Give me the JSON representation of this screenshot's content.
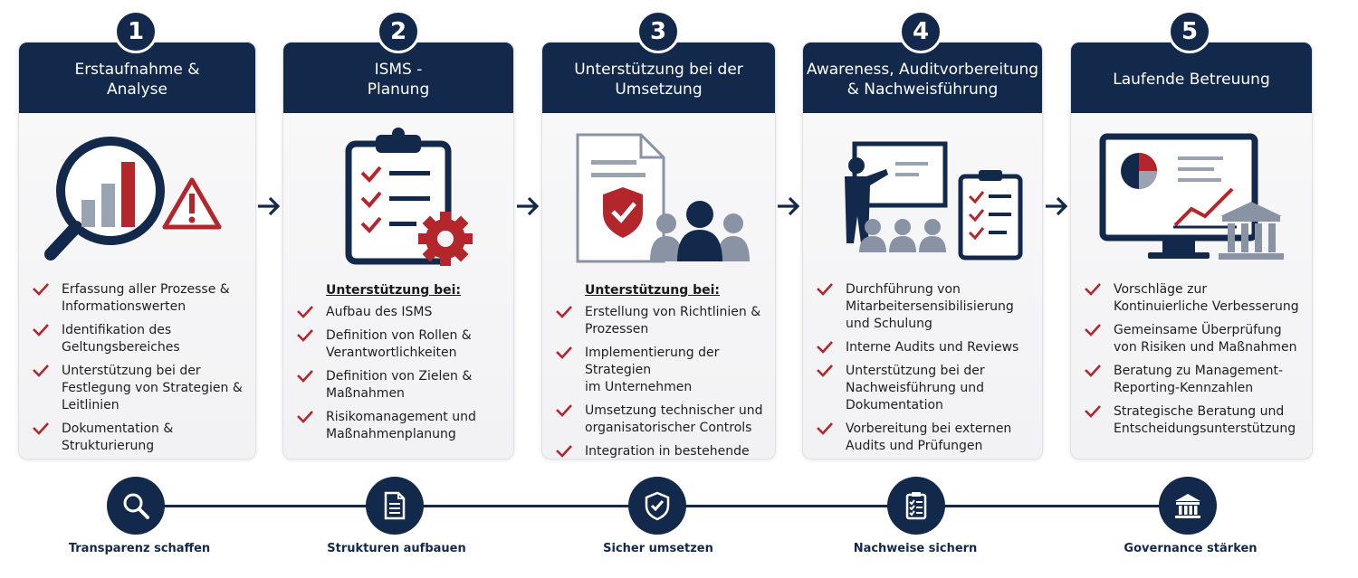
{
  "colors": {
    "navy": "#13294b",
    "red": "#b3262c",
    "gray": "#8a93a3",
    "card": "#f4f4f6"
  },
  "steps": [
    {
      "number": "1",
      "title": "Erstaufnahme &\nAnalyse",
      "illustration": "magnifier-chart-warning-icon",
      "subheading": "",
      "items": [
        "Erfassung aller Prozesse &\nInformationswerten",
        "Identifikation des\nGeltungsbereiches",
        "Unterstützung bei der\nFestlegung von Strategien &\nLeitlinien",
        "Dokumentation &\nStrukturierung"
      ]
    },
    {
      "number": "2",
      "title": "ISMS -\nPlanung",
      "illustration": "clipboard-gear-icon",
      "subheading": "Unterstützung bei:",
      "items": [
        "Aufbau des ISMS",
        "Definition von Rollen &\nVerantwortlichkeiten",
        "Definition von Zielen &\nMaßnahmen",
        "Risikomanagement und\nMaßnahmenplanung"
      ]
    },
    {
      "number": "3",
      "title": "Unterstützung bei der\nUmsetzung",
      "illustration": "document-shield-team-icon",
      "subheading": "Unterstützung bei:",
      "items": [
        "Erstellung von Richtlinien &\nProzessen",
        "Implementierung der Strategien\nim Unternehmen",
        "Umsetzung technischer und\norganisatorischer Controls",
        "Integration in bestehende\nProzesse und Systeme"
      ]
    },
    {
      "number": "4",
      "title": "Awareness, Auditvorbereitung\n& Nachweisführung",
      "illustration": "presenter-audience-checklist-icon",
      "subheading": "",
      "items": [
        "Durchführung von\nMitarbeitersensibilisierung\nund Schulung",
        "Interne Audits und Reviews",
        "Unterstützung bei der\nNachweisführung und\nDokumentation",
        "Vorbereitung bei externen\nAudits und Prüfungen"
      ]
    },
    {
      "number": "5",
      "title": "Laufende Betreuung",
      "illustration": "monitor-dashboard-bank-icon",
      "subheading": "",
      "items": [
        "Vorschläge zur\nKontinuierliche Verbesserung",
        "Gemeinsame Überprüfung\nvon Risiken und Maßnahmen",
        "Beratung zu Management-\nReporting-Kennzahlen",
        "Strategische Beratung und\nEntscheidungsunterstützung"
      ]
    }
  ],
  "timeline": [
    {
      "icon": "search-icon",
      "label": "Transparenz schaffen"
    },
    {
      "icon": "document-icon",
      "label": "Strukturen aufbauen"
    },
    {
      "icon": "shield-check-icon",
      "label": "Sicher umsetzen"
    },
    {
      "icon": "checklist-icon",
      "label": "Nachweise sichern"
    },
    {
      "icon": "bank-icon",
      "label": "Governance stärken"
    }
  ]
}
